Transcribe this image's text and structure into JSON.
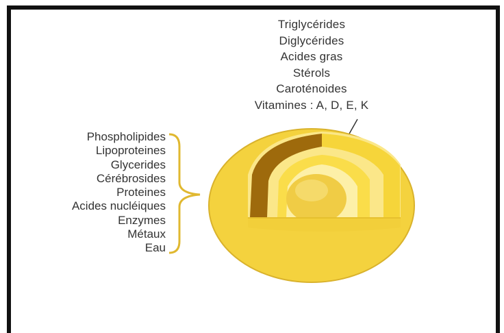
{
  "top_labels": [
    "Triglycérides",
    "Diglycérides",
    "Acides gras",
    "Stérols",
    "Caroténoides",
    "Vitamines : A, D, E, K"
  ],
  "left_labels": [
    "Phospholipides",
    "Lipoproteines",
    "Glycerides",
    "Cérébrosides",
    "Proteines",
    "Acides nucléiques",
    "Enzymes",
    "Métaux",
    "Eau"
  ],
  "colors": {
    "outer_shell": "#f4d23e",
    "inner_cavity": "#fbe789",
    "dark_band": "#9e6a0c",
    "mid_band": "#fadd4a",
    "core": "#f0cc45",
    "frame": "#111111"
  }
}
